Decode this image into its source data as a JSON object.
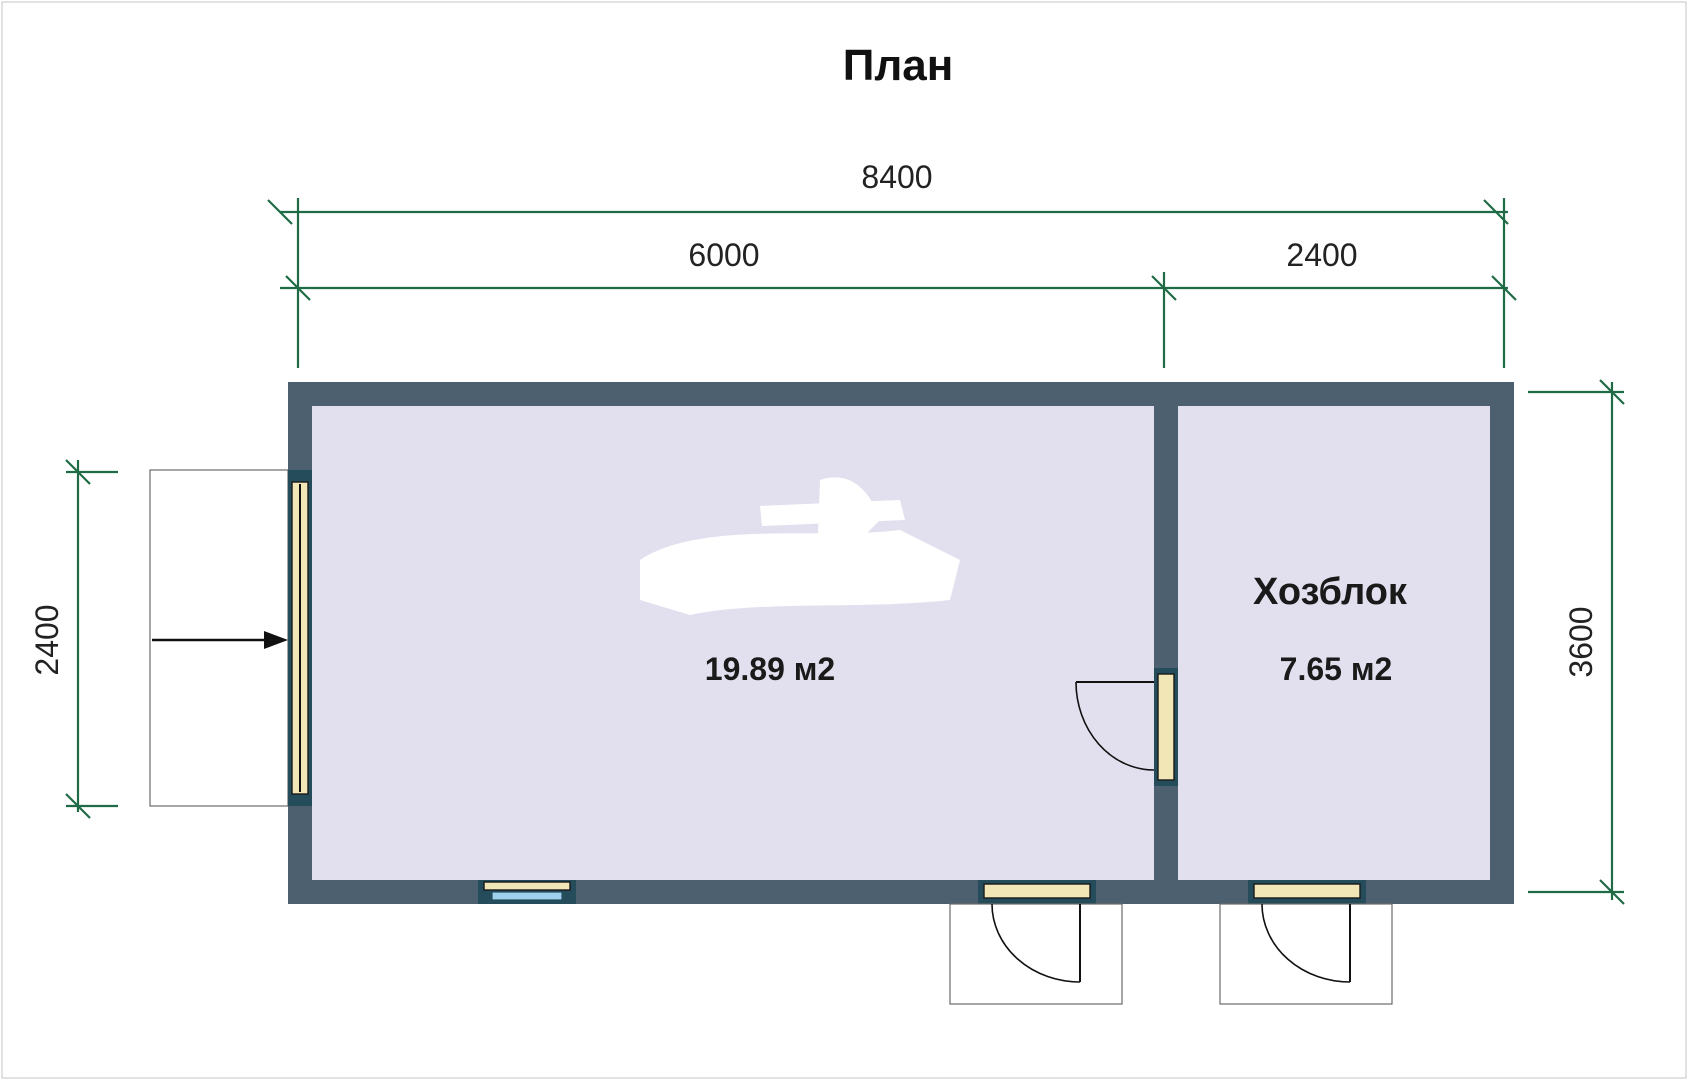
{
  "title": "План",
  "dimensions": {
    "total_width": "8400",
    "left_section_width": "6000",
    "right_section_width": "2400",
    "total_depth": "3600",
    "terrace_depth": "2400"
  },
  "rooms": [
    {
      "name": "",
      "area": "19.89 м2"
    },
    {
      "name": "Хозблок",
      "area": "7.65 м2"
    }
  ],
  "colors": {
    "wall": "#4c6070",
    "floor": "#e2e0ee",
    "dimension_line": "#1f6b46",
    "door_frame": "#f2e6b6",
    "glass": "#9fd0ee"
  }
}
